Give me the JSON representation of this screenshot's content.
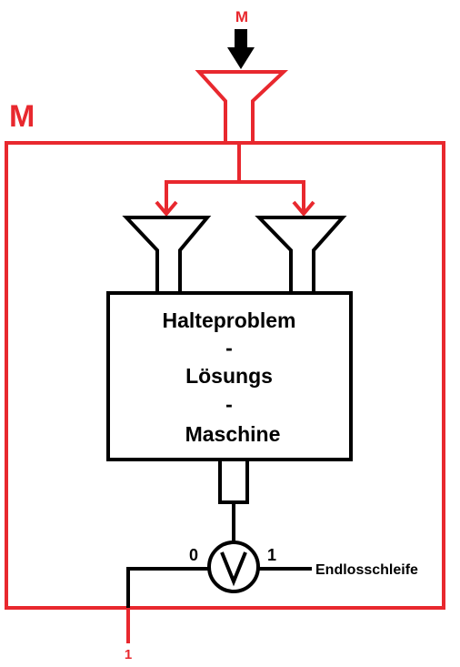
{
  "colors": {
    "red": "#e8282e",
    "black": "#000000",
    "background": "#ffffff"
  },
  "labels": {
    "input_arrow_label": "M",
    "machine_frame_label": "M",
    "box_lines": [
      "Halteproblem",
      "-",
      "Lösungs",
      "-",
      "Maschine"
    ],
    "switch_symbol": "V",
    "branch_zero": "0",
    "branch_one": "1",
    "right_output": "Endlosschleife",
    "bottom_output": "1"
  }
}
